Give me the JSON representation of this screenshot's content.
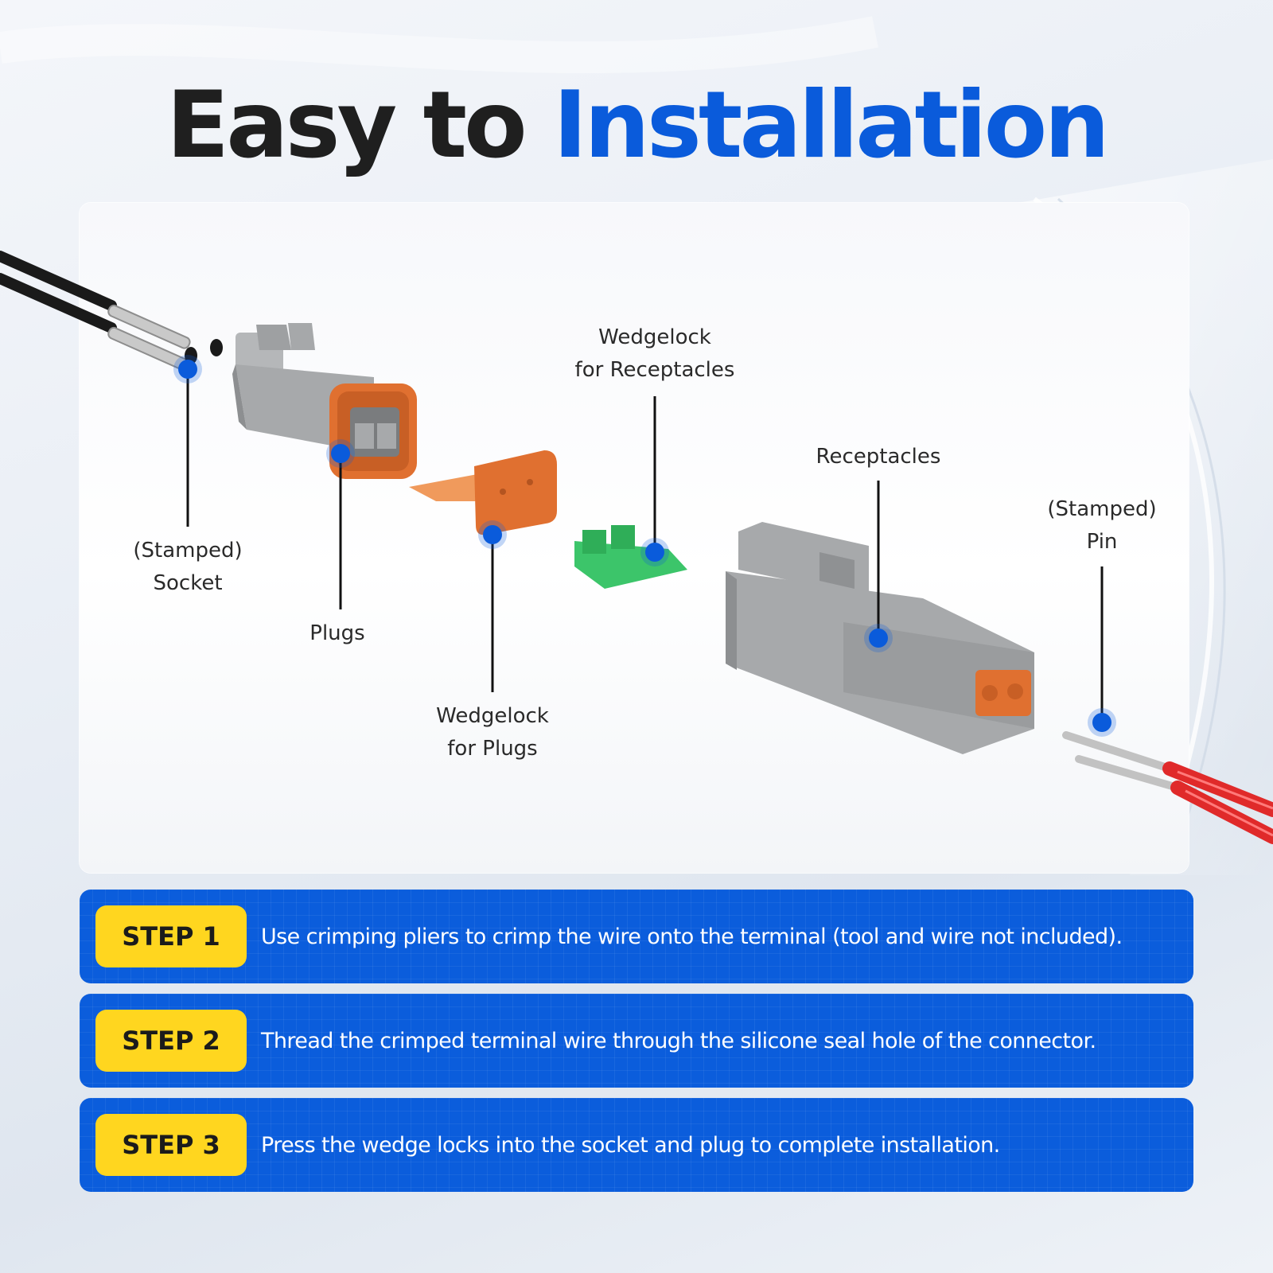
{
  "headline": {
    "part1": "Easy to",
    "part2": "Installation"
  },
  "labels": {
    "socket": [
      "(Stamped)",
      "Socket"
    ],
    "plugs": "Plugs",
    "wedgelock_plugs": [
      "Wedgelock",
      "for Plugs"
    ],
    "wedgelock_receptacles": [
      "Wedgelock",
      "for Receptacles"
    ],
    "receptacles": "Receptacles",
    "pin": [
      "(Stamped)",
      "Pin"
    ]
  },
  "steps": [
    {
      "badge": "STEP 1",
      "text": "Use crimping pliers to crimp the wire onto the terminal (tool and wire not included)."
    },
    {
      "badge": "STEP 2",
      "text": "Thread the crimped terminal wire through the silicone seal hole of the connector."
    },
    {
      "badge": "STEP 3",
      "text": "Press the wedge locks into the socket and plug to complete installation."
    }
  ],
  "colors": {
    "accent_blue": "#0a5bdb",
    "step_badge_yellow": "#ffd61f",
    "connector_grey": "#a7a9ab",
    "seal_orange": "#e07030",
    "wedgelock_green": "#3cc56a",
    "wire_red": "#e02a2a",
    "wire_black": "#1a1a1a",
    "callout_dot": "#0a5bdb"
  }
}
